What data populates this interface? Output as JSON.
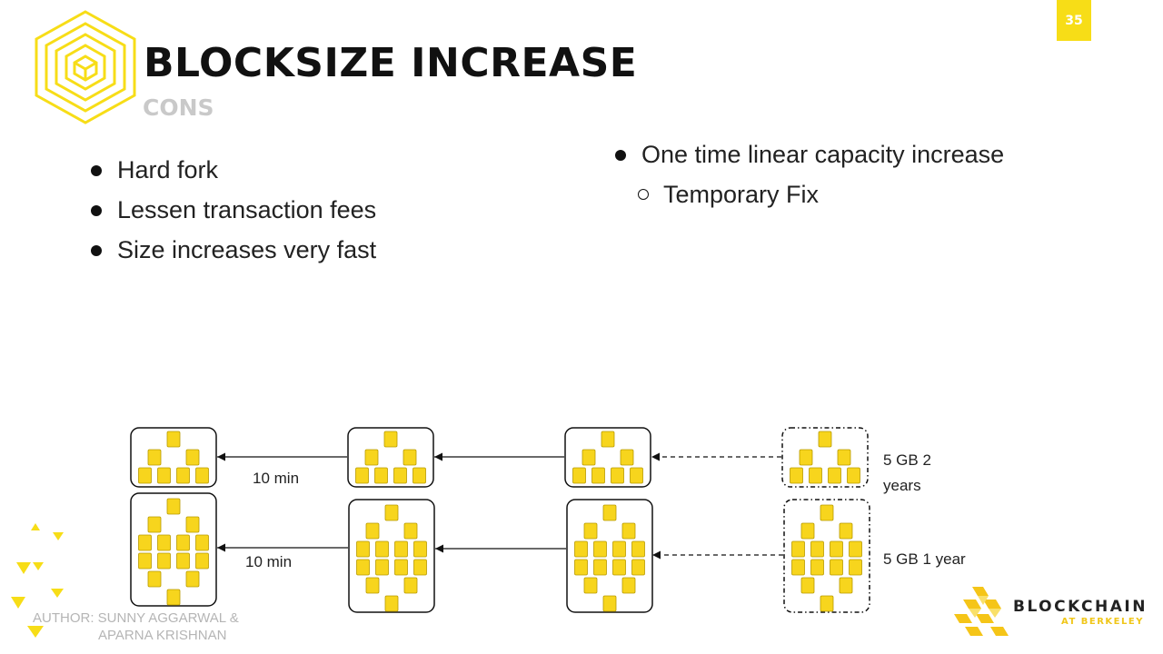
{
  "slide": {
    "title": "BLOCKSIZE INCREASE",
    "subtitle": "CONS",
    "page_number": "35",
    "accent_color": "#f7dd17"
  },
  "left_bullets": [
    "Hard fork",
    "Lessen transaction fees",
    "Size increases very fast"
  ],
  "right_bullets": {
    "main": "One time linear capacity increase",
    "sub": "Temporary Fix"
  },
  "diagram": {
    "top_row": {
      "interval_label": "10 min",
      "pending_label_line1": "5 GB  2",
      "pending_label_line2": "years"
    },
    "bottom_row": {
      "interval_label": "10 min",
      "pending_label": "5 GB  1 year"
    }
  },
  "author": {
    "line1": "AUTHOR: SUNNY AGGARWAL &",
    "line2": "APARNA KRISHNAN"
  },
  "org_logo": {
    "name": "BLOCKCHAIN",
    "sub": "AT BERKELEY",
    "name_color": "#222222",
    "sub_color": "#f0c619"
  }
}
